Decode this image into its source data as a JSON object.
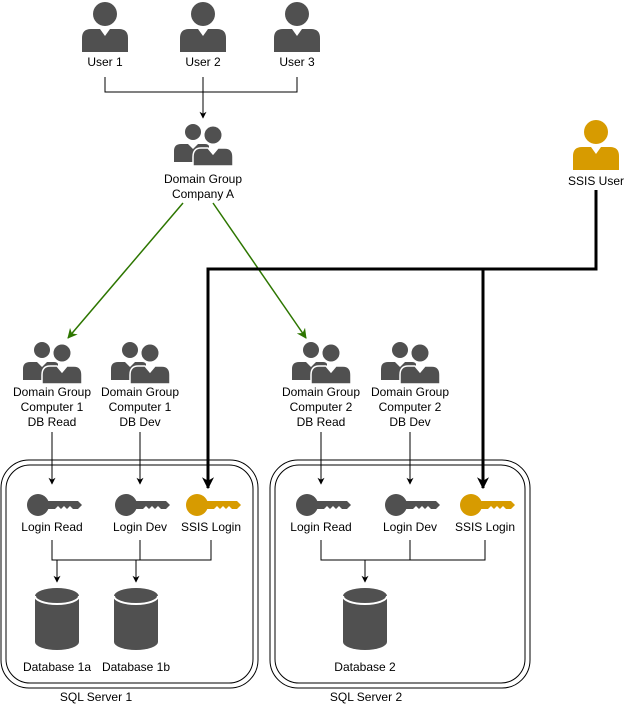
{
  "colors": {
    "icon_gray": "#505050",
    "icon_gold": "#d79b00",
    "arrow_green": "#2d7600",
    "line_black": "#000000"
  },
  "users": [
    {
      "label": "User 1",
      "icon": "user-icon"
    },
    {
      "label": "User 2",
      "icon": "user-icon"
    },
    {
      "label": "User 3",
      "icon": "user-icon"
    }
  ],
  "company_group": {
    "lines": [
      "Domain Group",
      "Company A"
    ],
    "icon": "user-group-icon"
  },
  "ssis_user": {
    "label": "SSIS User",
    "icon": "user-icon"
  },
  "computer_groups": [
    {
      "lines": [
        "Domain Group",
        "Computer 1",
        "DB Read"
      ],
      "icon": "user-group-icon"
    },
    {
      "lines": [
        "Domain Group",
        "Computer 1",
        "DB Dev"
      ],
      "icon": "user-group-icon"
    },
    {
      "lines": [
        "Domain Group",
        "Computer 2",
        "DB Read"
      ],
      "icon": "user-group-icon"
    },
    {
      "lines": [
        "Domain Group",
        "Computer 2",
        "DB Dev"
      ],
      "icon": "user-group-icon"
    }
  ],
  "servers": [
    {
      "label": "SQL Server 1",
      "logins": [
        "Login Read",
        "Login Dev",
        "SSIS Login"
      ],
      "databases": [
        "Database 1a",
        "Database 1b"
      ]
    },
    {
      "label": "SQL Server 2",
      "logins": [
        "Login Read",
        "Login Dev",
        "SSIS Login"
      ],
      "databases": [
        "Database 2"
      ]
    }
  ]
}
